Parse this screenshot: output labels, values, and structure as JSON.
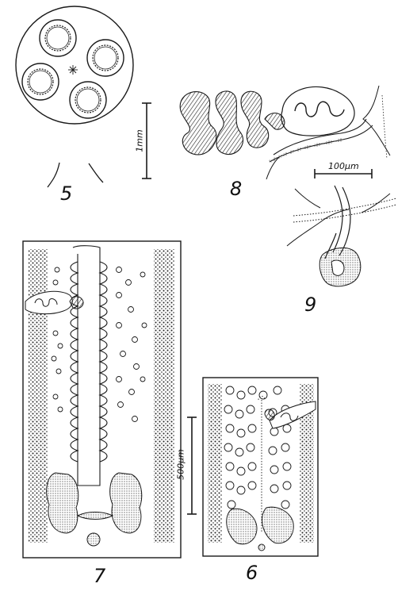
{
  "figure_numbers": {
    "fig5": "5",
    "fig6": "6",
    "fig7": "7",
    "fig8": "8",
    "fig9": "9"
  },
  "scale_bars": {
    "fig5": "1mm",
    "fig8": "100µm",
    "fig6_7": "500µm"
  },
  "colors": {
    "ink": "#1a1a1a",
    "paper": "#ffffff"
  }
}
